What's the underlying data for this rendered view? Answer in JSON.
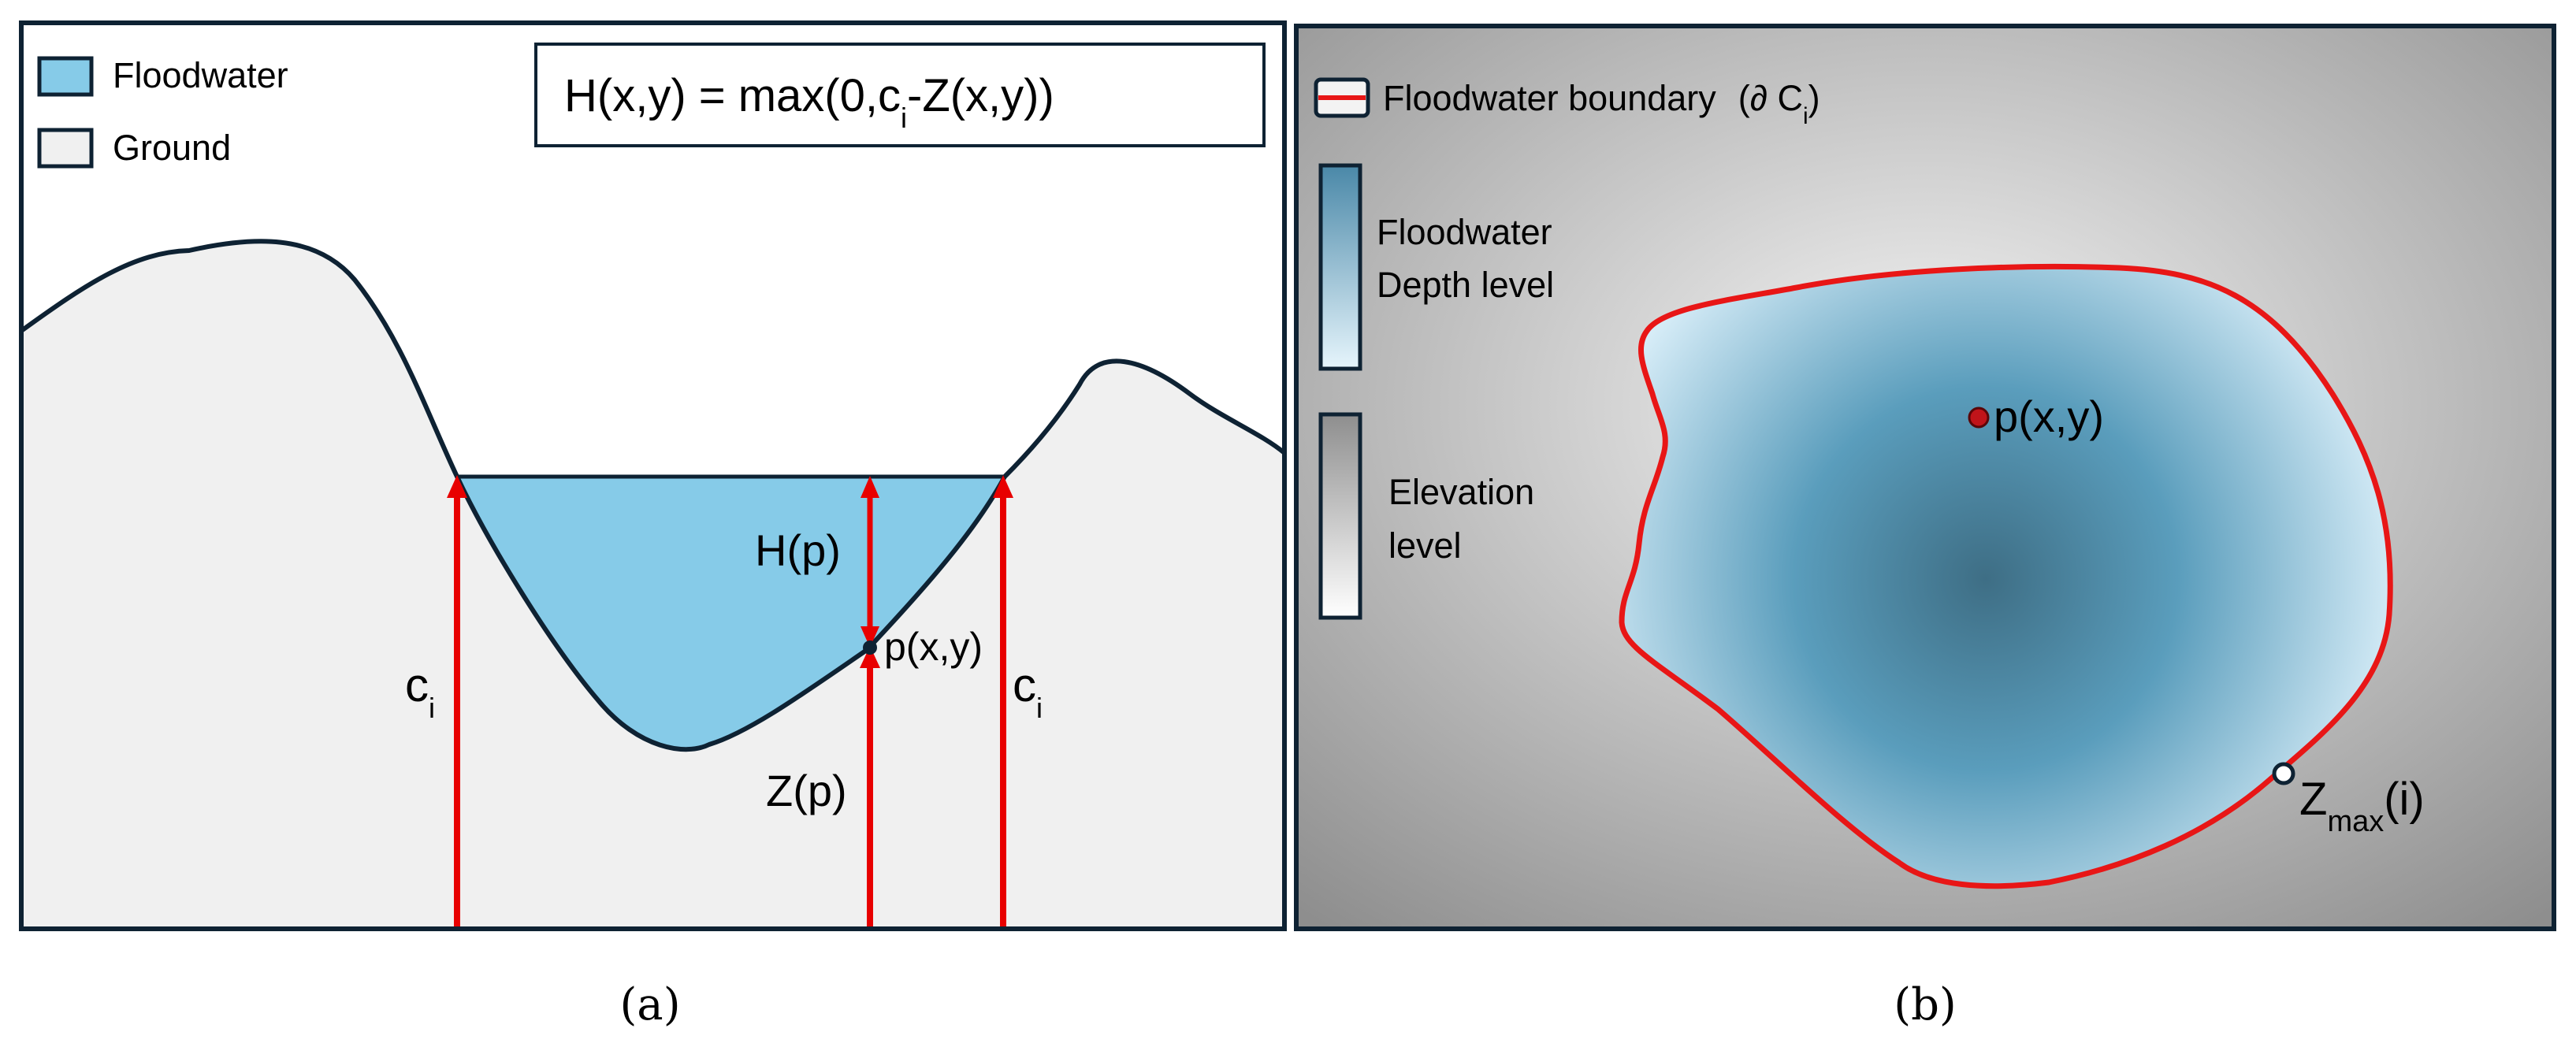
{
  "colors": {
    "border": "#0e2233",
    "water": "#86cbe8",
    "ground": "#f0f0f0",
    "arrow": "#e80000",
    "boundary": "#e81616",
    "water_dark": "#3e6e85",
    "water_light": "#dcf0fa",
    "elev_dark": "#8e8e8e",
    "elev_light": "#ececec",
    "point": "#c0141a"
  },
  "panel_a": {
    "legend": {
      "floodwater": "Floodwater",
      "ground": "Ground"
    },
    "formula": {
      "prefix": "H(x,y) = max(0,c",
      "sub": "i",
      "suffix": "-Z(x,y))"
    },
    "labels": {
      "h_p": "H(p)",
      "z_p": "Z(p)",
      "p_xy": "p(x,y)",
      "c_left": "c",
      "c_left_sub": "i",
      "c_right": "c",
      "c_right_sub": "i"
    },
    "caption": "(a)"
  },
  "panel_b": {
    "legend": {
      "boundary": "Floodwater boundary",
      "boundary_symbol_prefix": "(∂ C",
      "boundary_symbol_sub": "i",
      "boundary_symbol_suffix": ")",
      "depth_line1": "Floodwater",
      "depth_line2": "Depth level",
      "elev_line1": "Elevation",
      "elev_line2": "level"
    },
    "labels": {
      "p_xy": "p(x,y)",
      "zmax": "Z",
      "zmax_sub": "max",
      "zmax_suffix": "(i)"
    },
    "caption": "(b)"
  }
}
